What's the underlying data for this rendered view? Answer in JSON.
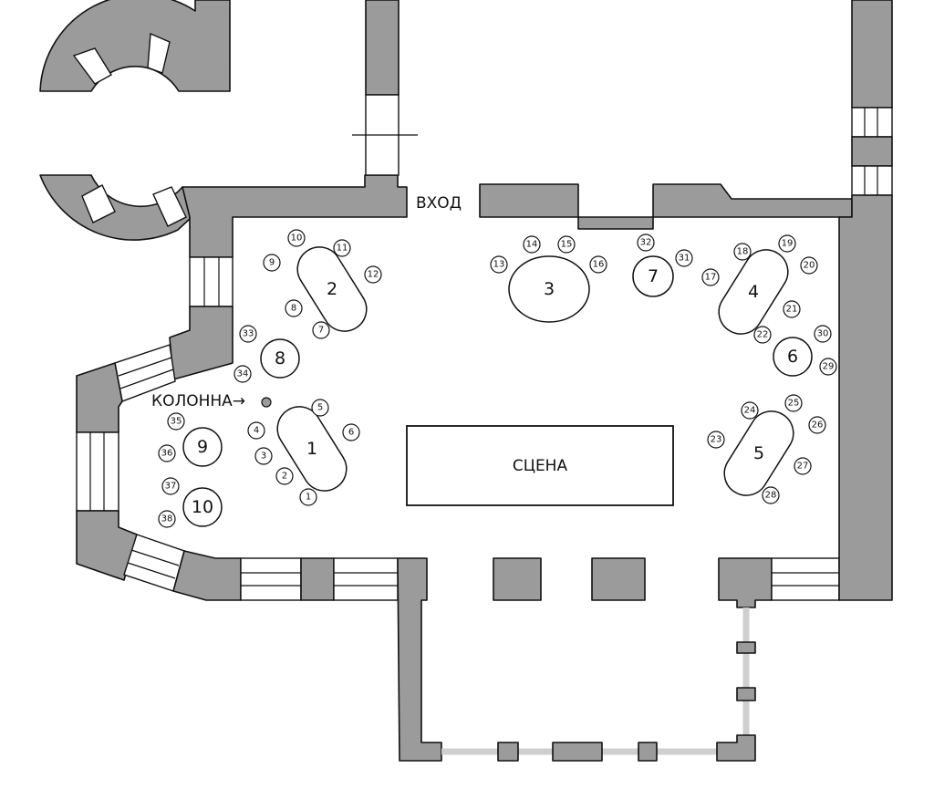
{
  "labels": {
    "entrance": "ВХОД",
    "stage": "СЦЕНА",
    "column": "КОЛОННА→"
  },
  "tables": [
    {
      "number": "1",
      "shape": "oval"
    },
    {
      "number": "2",
      "shape": "oval"
    },
    {
      "number": "3",
      "shape": "ellipse"
    },
    {
      "number": "4",
      "shape": "oval"
    },
    {
      "number": "5",
      "shape": "oval"
    },
    {
      "number": "6",
      "shape": "round"
    },
    {
      "number": "7",
      "shape": "round"
    },
    {
      "number": "8",
      "shape": "round"
    },
    {
      "number": "9",
      "shape": "round"
    },
    {
      "number": "10",
      "shape": "round"
    }
  ],
  "seats": [
    "1",
    "2",
    "3",
    "4",
    "5",
    "6",
    "7",
    "8",
    "9",
    "10",
    "11",
    "12",
    "13",
    "14",
    "15",
    "16",
    "17",
    "18",
    "19",
    "20",
    "21",
    "22",
    "23",
    "24",
    "25",
    "26",
    "27",
    "28",
    "29",
    "30",
    "31",
    "32",
    "33",
    "34",
    "35",
    "36",
    "37",
    "38"
  ],
  "colors": {
    "wall": "#9b9b9b",
    "outline": "#111111",
    "glass": "#cfcfcf",
    "background": "#ffffff"
  }
}
